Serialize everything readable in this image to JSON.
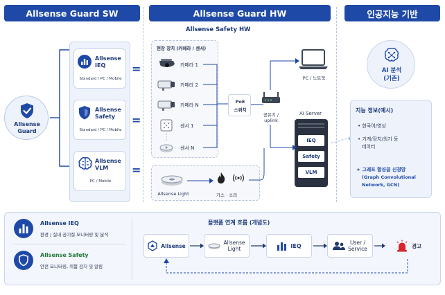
{
  "headers": {
    "sw": "Allsense Guard SW",
    "hw": "Allsense Guard HW",
    "ai": "인공지능 기반"
  },
  "guard": {
    "title_line1": "Allsense",
    "title_line2": "Guard"
  },
  "sw_products": [
    {
      "name_line1": "Allsense",
      "name_line2": "IEQ",
      "desc": "Standard / PC / Mobile",
      "icon": "bar-chart-icon"
    },
    {
      "name_line1": "Allsense",
      "name_line2": "Safety",
      "desc": "Standard / PC / Mobile",
      "icon": "shield-icon"
    },
    {
      "name_line1": "Allsense",
      "name_line2": "VLM",
      "desc": "PC / Mobile",
      "icon": "brain-icon"
    }
  ],
  "hw": {
    "title": "Allsense Safety HW",
    "field_title": "현장 장치 (카메라 / 센서)",
    "devices": [
      "카메라 1",
      "카메라 2",
      "카메라 N",
      "센서 1",
      "센서 N"
    ],
    "poe_line1": "PoE",
    "poe_line2": "스위치",
    "pc_label": "PC / 노트북",
    "router_line1": "공유기 /",
    "router_line2": "uplink",
    "server_title": "AI Server",
    "server_modules": [
      "IEQ",
      "Safety",
      "VLM"
    ],
    "light_label": "Allsense Light",
    "gas_label": "가스 · 소리"
  },
  "ai": {
    "analysis_line1": "AI 분석",
    "analysis_line2": "(기존)",
    "info_title": "지능 정보(예시)",
    "info_items": [
      "한국어/영상",
      "기계/장치/외기 등",
      "데이터"
    ],
    "gcn_line1": "+ 그래프 합성곱 신경망",
    "gcn_line2": "(Graph Convolutional",
    "gcn_line3": "Network, GCN)"
  },
  "legend": [
    {
      "name": "Allsense IEQ",
      "desc": "환경 / 실내 공기질 모니터링 및 분석",
      "icon": "bar-chart-icon"
    },
    {
      "name": "Allsense Safety",
      "desc": "안전 모니터링, 위험 감지 및 알림",
      "icon": "shield-icon"
    }
  ],
  "flow": {
    "title": "플랫폼 연계 흐름 (개념도)",
    "steps": [
      {
        "label": "Allsense",
        "icon": "logo-icon"
      },
      {
        "label_line1": "Allsense",
        "label_line2": "Light",
        "icon": "light-icon"
      },
      {
        "label": "IEQ",
        "icon": "bar-chart-icon"
      },
      {
        "label_line1": "User /",
        "label_line2": "Service",
        "icon": "users-icon"
      },
      {
        "label": "경고",
        "icon": "siren-icon"
      }
    ]
  },
  "colors": {
    "primary": "#1f49a6",
    "accent_green": "#1f7a3a",
    "alert_red": "#d8262c",
    "panel_bg": "#eef3fb"
  }
}
